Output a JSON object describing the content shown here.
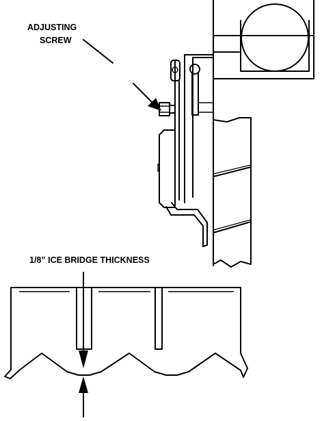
{
  "labels": {
    "adjusting_screw_line1": "ADJUSTING",
    "adjusting_screw_line2": "SCREW",
    "ice_bridge": "1/8” ICE BRIDGE THICKNESS"
  },
  "colors": {
    "ink": "#000000",
    "background": "#ffffff"
  }
}
